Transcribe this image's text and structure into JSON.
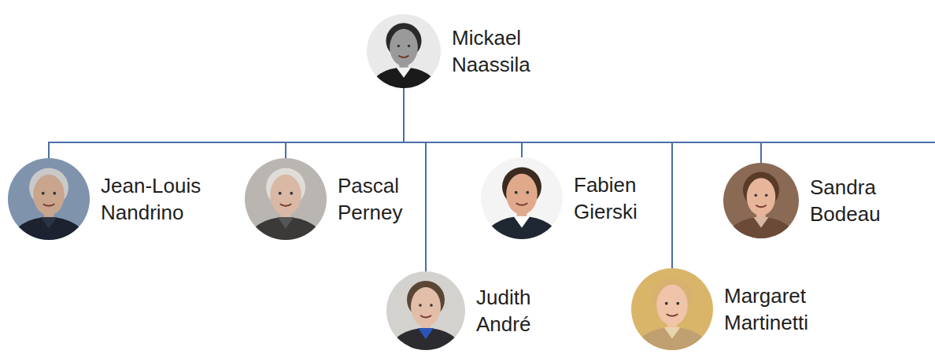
{
  "diagram": {
    "nodes": [
      {
        "text": [
          "Mickael Naassila"
        ]
      },
      {
        "text": [
          "Jean-Louis Nandrino"
        ]
      },
      {
        "text": [
          "Pascal Perney"
        ]
      },
      {
        "text": [
          "Judith André"
        ]
      },
      {
        "text": [
          "Fabien Gierski"
        ]
      },
      {
        "text": [
          "Margaret Martinetti"
        ]
      },
      {
        "text": [
          "Sandra Bodeau"
        ]
      }
    ],
    "edges": [
      {
        "from": 0,
        "to": 1,
        "arrow": "none"
      },
      {
        "from": 0,
        "to": 2,
        "arrow": "none"
      },
      {
        "from": 0,
        "to": 3,
        "arrow": "none"
      },
      {
        "from": 0,
        "to": 4,
        "arrow": "none"
      },
      {
        "from": 0,
        "to": 5,
        "arrow": "none"
      },
      {
        "from": 0,
        "to": 6,
        "arrow": "none"
      }
    ]
  }
}
